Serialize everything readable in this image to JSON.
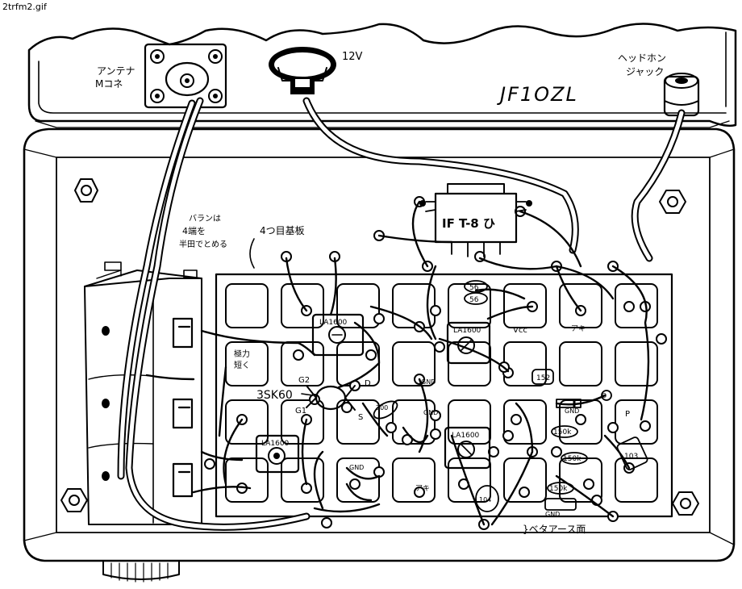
{
  "image": {
    "filename": "2trfm2.gif"
  },
  "author": "JF1OZL",
  "labels": {
    "antenna_connector": [
      "アンテナ",
      "Mコネ"
    ],
    "power": "12V",
    "headphone_jack": [
      "ヘッドホン",
      "ジャック"
    ],
    "balun_note": [
      "バランは",
      "4端を",
      "半田でとめる"
    ],
    "board_title": "4つ目基板",
    "transformer_text": "IF T-8 ひ",
    "ic_left_upper": "LA1600",
    "ic_center_upper": "LA1600",
    "ic_left_lower": "LA1600",
    "ic_center_lower": "LA1600",
    "fet": "3SK60",
    "g2": "G2",
    "g1": "G1",
    "s": "S",
    "d": "D",
    "gnd": "GND",
    "vcc": "Vcc",
    "ae": "アキ",
    "p": "P",
    "d_mark": "D",
    "r_56_a": "56",
    "r_56_b": "56",
    "r_150k_a": "150k",
    "r_150k_b": "150k",
    "r_150k_c": "150k",
    "r_200": "200",
    "c_152": "152",
    "c_103": "103",
    "c_104": "104",
    "shield_note": [
      "極力",
      "短く"
    ],
    "beta_earth": "}ベタアース面"
  },
  "colors": {
    "ink": "#000000",
    "paper": "#ffffff"
  }
}
